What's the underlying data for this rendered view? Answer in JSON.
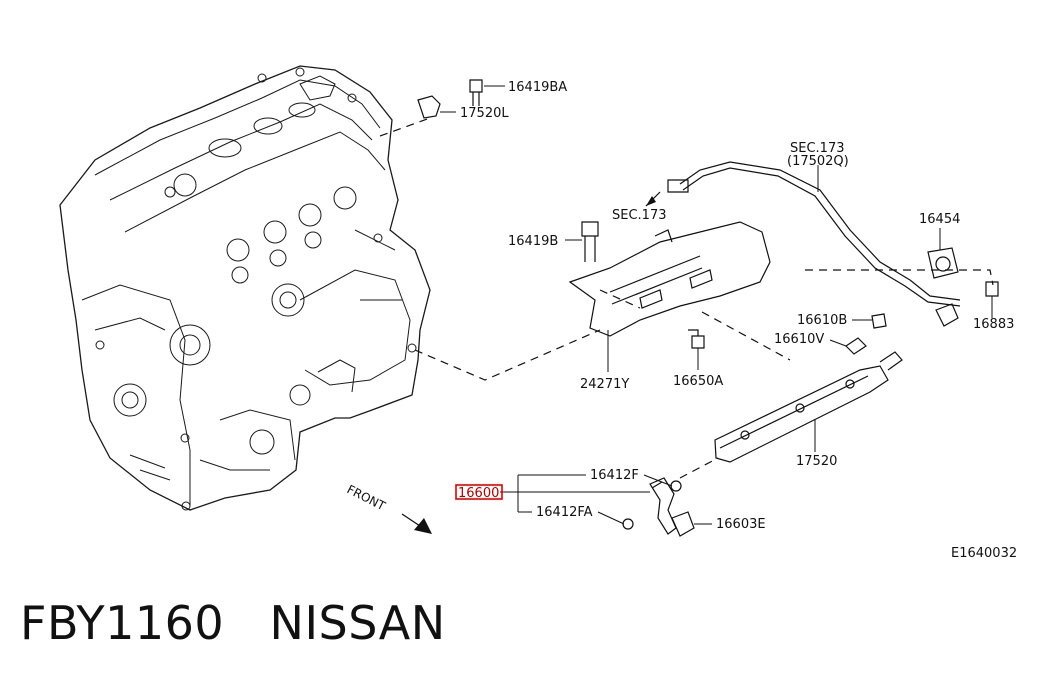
{
  "labels": {
    "bolt_top": "16419BA",
    "bracket_top": "17520L",
    "sec173_a": "SEC.173",
    "sec173_a_sub": "(17502Q)",
    "sec173_b": "SEC.173",
    "bolt_mid": "16419B",
    "clamp": "16454",
    "hose": "16883",
    "insulator_b": "16610B",
    "insulator_v": "16610V",
    "bracket_main": "24271Y",
    "bolt_small": "16650A",
    "fuel_rail": "17520",
    "oring_f": "16412F",
    "injector": "16600",
    "oring_fa": "16412FA",
    "clip": "16603E",
    "front": "FRONT",
    "diagram_id": "E1640032"
  },
  "caption": {
    "part_number": "FBY1160",
    "brand": "NISSAN"
  },
  "colors": {
    "line": "#111111",
    "highlight": "#e00000",
    "background": "#ffffff"
  }
}
